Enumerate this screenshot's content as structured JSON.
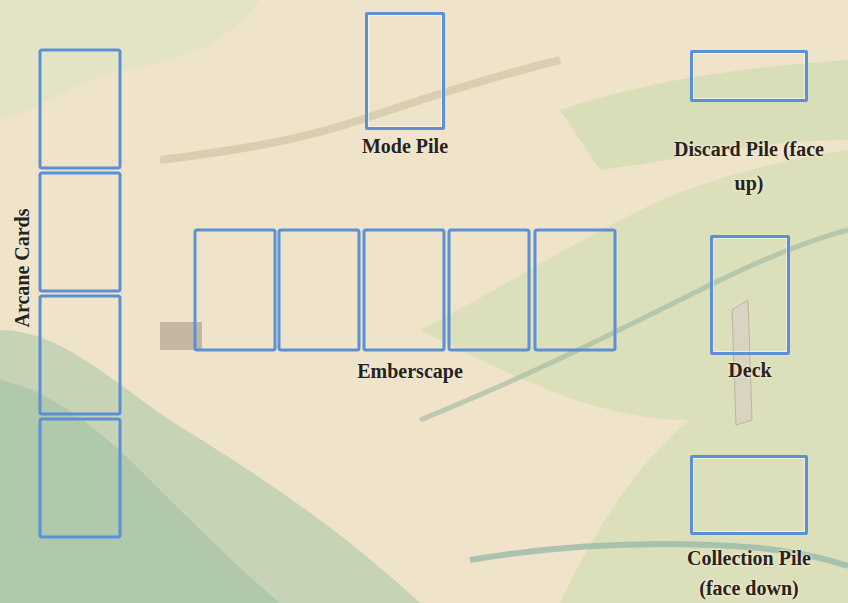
{
  "diagram": {
    "nodes": [
      {
        "text": [
          "Mode Pile"
        ]
      },
      {
        "text": [
          "Discard Pile (face up)"
        ]
      },
      {
        "text": [
          "Deck"
        ]
      },
      {
        "text": [
          "Collection Pile (face down)"
        ]
      }
    ],
    "labels": [
      "Emberscape",
      "Arcane Cards"
    ]
  }
}
